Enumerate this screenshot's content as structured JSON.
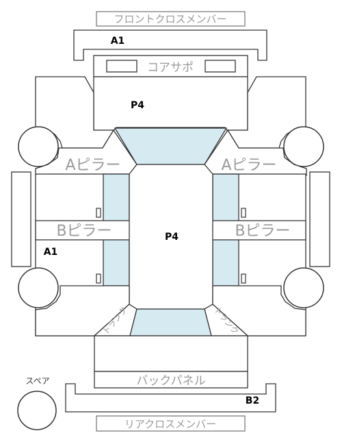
{
  "labels": {
    "front_cross_member": "フロントクロスメンバー",
    "radiator_support": "コアサポ",
    "a_pillar_left": "Aピラー",
    "a_pillar_right": "Aピラー",
    "b_pillar_left": "Bピラー",
    "b_pillar_right": "Bピラー",
    "back_panel": "バックパネル",
    "rear_cross_member": "リアクロスメンバー",
    "spare": "スペア",
    "trunk_left": "トランク",
    "trunk_right": "トランク"
  },
  "grades": {
    "front_member": "A1",
    "engine_room": "P4",
    "cabin": "P4",
    "left_side": "A1",
    "rear_member": "B2"
  },
  "colors": {
    "outline": "#333333",
    "glass": "#d6eaf2",
    "label_gray": "#9a9a9a"
  }
}
